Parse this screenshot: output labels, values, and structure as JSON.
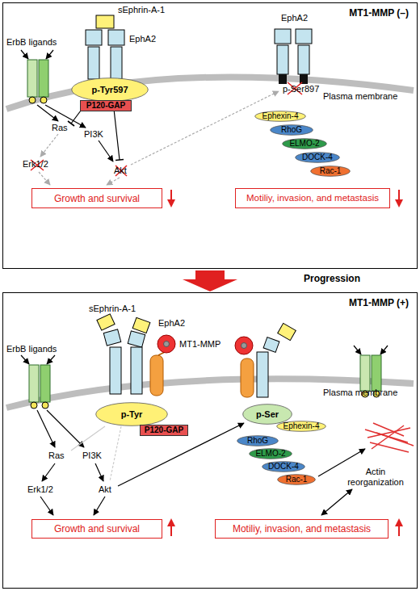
{
  "diagram": {
    "nodes": [
      {
        "text": [
          "MT1-MMP (–)"
        ]
      },
      {
        "text": [
          "p-Tyr597"
        ],
        "in": 0
      },
      {
        "text": [
          "P120-GAP"
        ],
        "in": 0
      },
      {
        "text": [
          "Ephexin-4"
        ],
        "in": 0
      },
      {
        "text": [
          "RhoG"
        ],
        "in": 0
      },
      {
        "text": [
          "ELMO-2"
        ],
        "in": 0
      },
      {
        "text": [
          "DOCK-4"
        ],
        "in": 0
      },
      {
        "text": [
          "Rac-1"
        ],
        "in": 0
      },
      {
        "text": [
          "Growth and survival"
        ],
        "in": 0
      },
      {
        "text": [
          "Motiliy, invasion, and metastasis"
        ],
        "in": 0
      },
      {
        "text": [
          "MT1-MMP (+)"
        ]
      },
      {
        "text": [
          "p-Tyr"
        ],
        "in": 10
      },
      {
        "text": [
          "P120-GAP"
        ],
        "in": 10
      },
      {
        "text": [
          "p-Ser"
        ],
        "in": 10
      },
      {
        "text": [
          "Ephexin-4"
        ],
        "in": 10
      },
      {
        "text": [
          "RhoG"
        ],
        "in": 10
      },
      {
        "text": [
          "ELMO-2"
        ],
        "in": 10
      },
      {
        "text": [
          "DOCK-4"
        ],
        "in": 10
      },
      {
        "text": [
          "Rac-1"
        ],
        "in": 10
      },
      {
        "text": [
          "Growth and survival"
        ],
        "in": 10
      },
      {
        "text": [
          "Motiliy, invasion, and metastasis"
        ],
        "in": 10
      }
    ],
    "labels": [
      "sEphrin-A-1",
      "EphA2",
      "EphA2",
      "ErbB ligands",
      "p-Ser897",
      "Plasma membrane",
      "Ras",
      "PI3K",
      "Erk1/2",
      "Akt",
      "Progression",
      "sEphrin-A-1",
      "EphA2",
      "ErbB ligands",
      "MT1-MMP",
      "Ras",
      "PI3K",
      "Erk1/2",
      "Akt",
      "Plasma membrane",
      "Actin reorganization"
    ]
  }
}
